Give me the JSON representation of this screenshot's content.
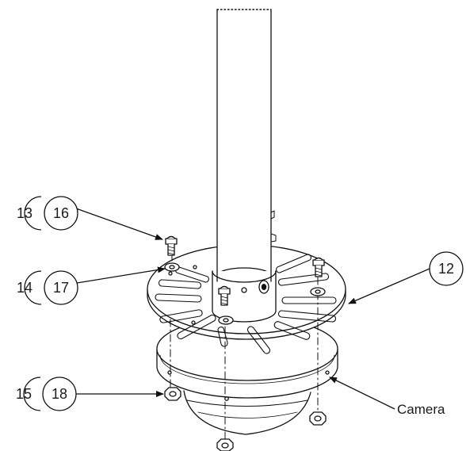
{
  "callouts": {
    "c13": "13",
    "c16": "16",
    "c14": "14",
    "c17": "17",
    "c15": "15",
    "c18": "18",
    "c12": "12"
  },
  "labels": {
    "camera": "Camera"
  }
}
